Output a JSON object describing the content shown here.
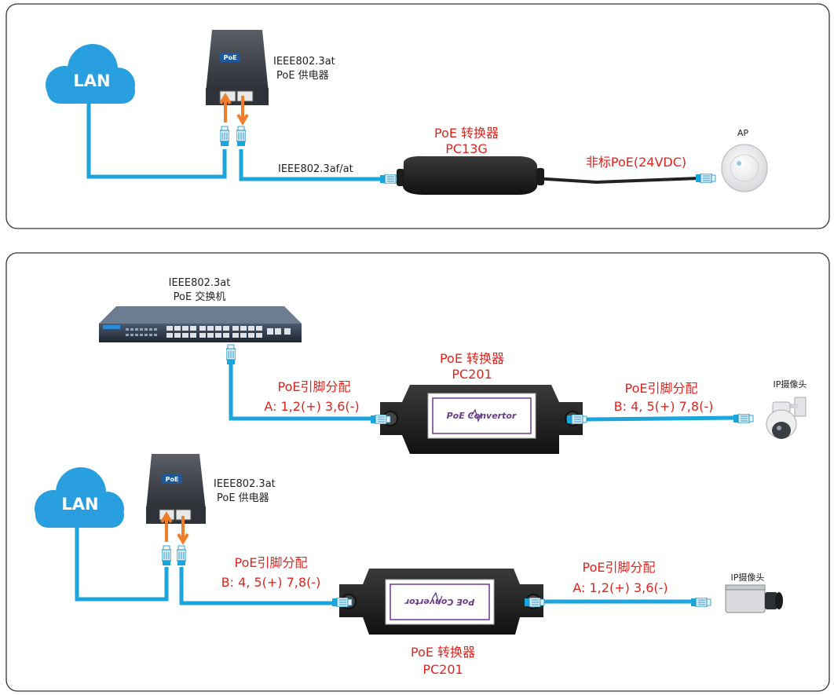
{
  "colors": {
    "cable_blue": "#1aa5dc",
    "cable_black": "#222222",
    "cloud_blue": "#2a9fe0",
    "label_red": "#e0241d",
    "arrow_orange": "#ef7d2a",
    "panel_border": "#333333",
    "converter_label": "#6a3c8c"
  },
  "icons": {
    "lan_cloud": "cloud-icon",
    "injector": "poe-injector-icon",
    "switch": "poe-switch-icon",
    "converter": "poe-converter-icon",
    "ap": "access-point-icon",
    "dome_camera": "dome-camera-icon",
    "box_camera": "box-camera-icon",
    "rj45": "rj45-plug-icon"
  },
  "panel1": {
    "lan_label": "LAN",
    "injector_label_line1": "IEEE802.3at",
    "injector_label_line2": "PoE 供电器",
    "cable_label": "IEEE802.3af/at",
    "converter_label_line1": "PoE 转换器",
    "converter_label_line2": "PC13G",
    "output_label": "非标PoE(24VDC)",
    "ap_label": "AP",
    "injector_logo": "PoE"
  },
  "panel2": {
    "switch_label_line1": "IEEE802.3at",
    "switch_label_line2": "PoE 交换机",
    "converter_top_line1": "PoE 转换器",
    "converter_top_line2": "PC201",
    "top_left_pin_line1": "PoE引脚分配",
    "top_left_pin_line2": "A: 1,2(+) 3,6(-)",
    "top_right_pin_line1": "PoE引脚分配",
    "top_right_pin_line2": "B: 4, 5(+) 7,8(-)",
    "dome_camera_label": "IP摄像头",
    "converter_plate_text": "PoE Convertor",
    "lan_label": "LAN",
    "injector_label_line1": "IEEE802.3at",
    "injector_label_line2": "PoE 供电器",
    "bottom_left_pin_line1": "PoE引脚分配",
    "bottom_left_pin_line2": "B: 4, 5(+) 7,8(-)",
    "bottom_right_pin_line1": "PoE引脚分配",
    "bottom_right_pin_line2": "A: 1,2(+) 3,6(-)",
    "box_camera_label": "IP摄像头",
    "converter_bottom_line1": "PoE 转换器",
    "converter_bottom_line2": "PC201",
    "injector_logo": "PoE"
  }
}
